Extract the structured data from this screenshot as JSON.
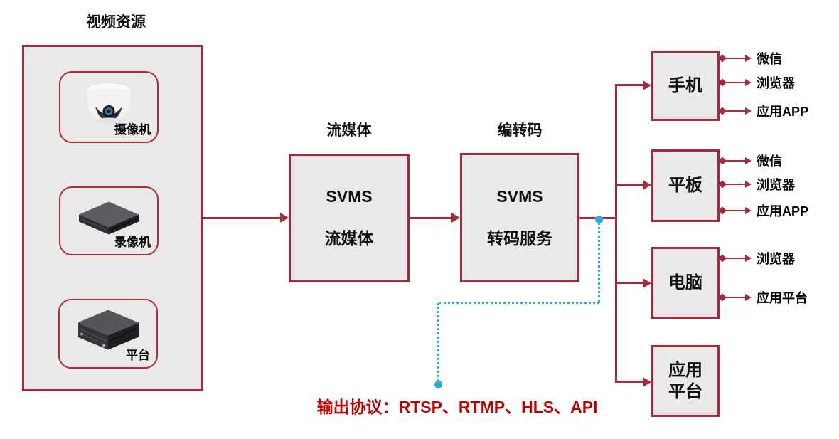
{
  "colors": {
    "box_border_red": "#a32b3a",
    "box_fill_gray": "#e9e9e9",
    "protocol_text_red": "#c00000",
    "dotted_path_cyan": "#29abe2"
  },
  "source_panel": {
    "title": "视频资源",
    "items": [
      {
        "label": "摄像机",
        "icon": "dome-camera-image"
      },
      {
        "label": "录像机",
        "icon": "nvr-recorder-image"
      },
      {
        "label": "平台",
        "icon": "server-platform-image"
      }
    ]
  },
  "streaming": {
    "title": "流媒体",
    "line1": "SVMS",
    "line2": "流媒体"
  },
  "transcoding": {
    "title": "编转码",
    "line1": "SVMS",
    "line2": "转码服务"
  },
  "devices": [
    {
      "label": "手机",
      "outputs": [
        "微信",
        "浏览器",
        "应用APP"
      ]
    },
    {
      "label": "平板",
      "outputs": [
        "微信",
        "浏览器",
        "应用APP"
      ]
    },
    {
      "label": "电脑",
      "outputs": [
        "浏览器",
        "应用平台"
      ]
    },
    {
      "label": "应用平台",
      "outputs": []
    }
  ],
  "protocol_note": "输出协议：RTSP、RTMP、HLS、API"
}
